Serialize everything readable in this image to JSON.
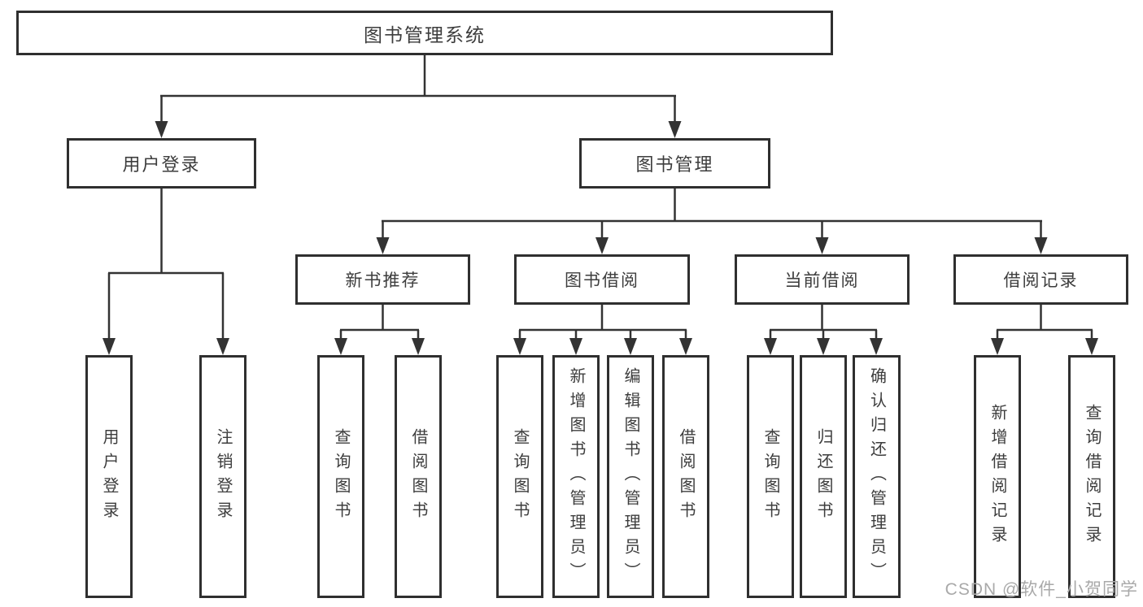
{
  "tree": {
    "label": "图书管理系统",
    "children": [
      {
        "label": "用户登录",
        "children": [
          {
            "label": "用户登录"
          },
          {
            "label": "注销登录"
          }
        ]
      },
      {
        "label": "图书管理",
        "children": [
          {
            "label": "新书推荐",
            "children": [
              {
                "label": "查询图书"
              },
              {
                "label": "借阅图书"
              }
            ]
          },
          {
            "label": "图书借阅",
            "children": [
              {
                "label": "查询图书"
              },
              {
                "label": "新增图书（管理员）"
              },
              {
                "label": "编辑图书（管理员）"
              },
              {
                "label": "借阅图书"
              }
            ]
          },
          {
            "label": "当前借阅",
            "children": [
              {
                "label": "查询图书"
              },
              {
                "label": "归还图书"
              },
              {
                "label": "确认归还（管理员）"
              }
            ]
          },
          {
            "label": "借阅记录",
            "children": [
              {
                "label": "新增借阅记录"
              },
              {
                "label": "查询借阅记录"
              }
            ]
          }
        ]
      }
    ]
  },
  "watermark": "CSDN @软件_小贺同学",
  "colors": {
    "line": "#333333",
    "box_border": "#2f2f2f",
    "text": "#3d3d3d",
    "watermark": "#a9a9a9",
    "background": "#ffffff"
  }
}
